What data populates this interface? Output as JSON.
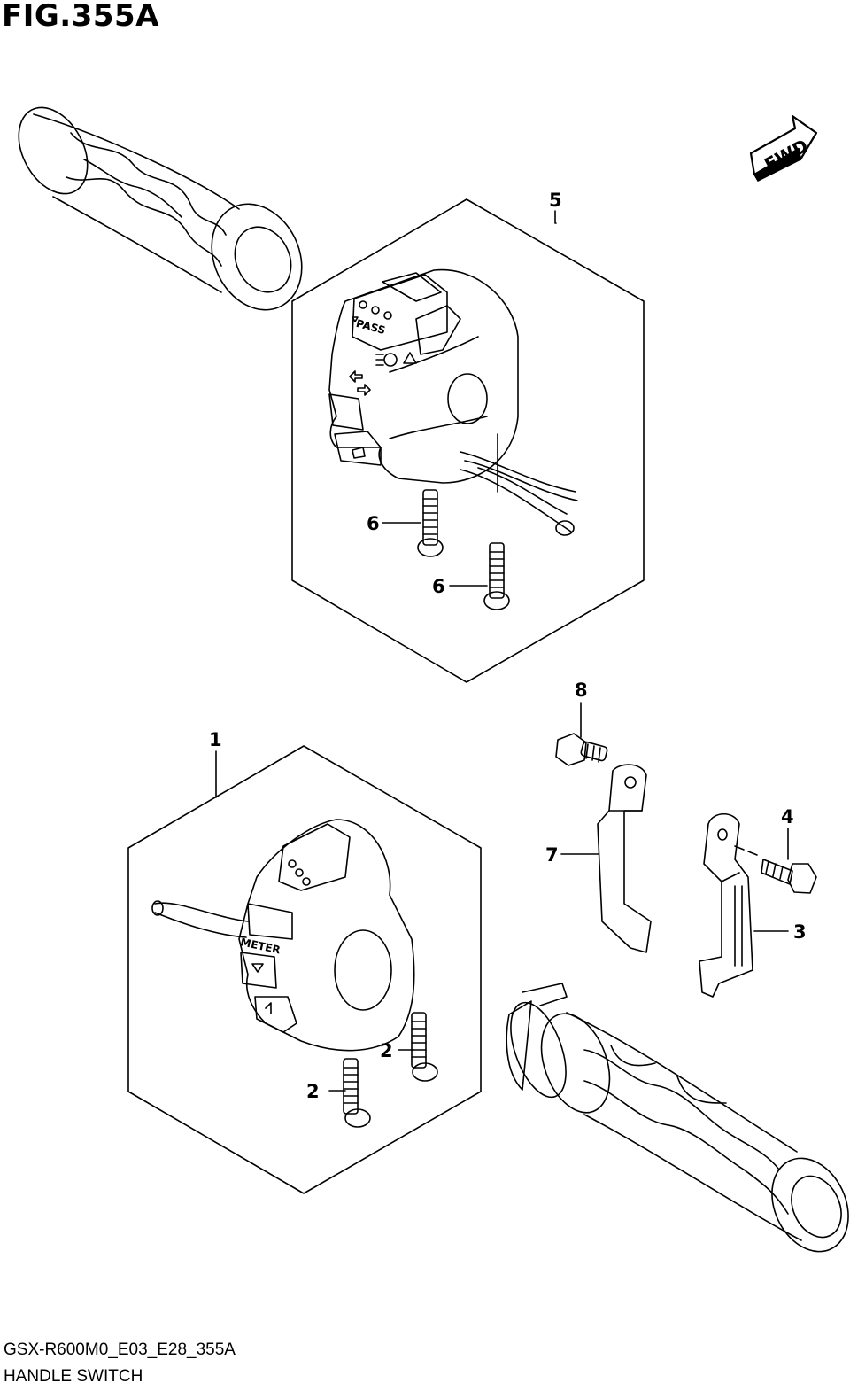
{
  "figure": {
    "title": "FIG.355A"
  },
  "direction_marker": {
    "label": "FWD",
    "icon": "forward-arrow-icon"
  },
  "callouts": {
    "c1": "1",
    "c2a": "2",
    "c2b": "2",
    "c3": "3",
    "c4": "4",
    "c5": "5",
    "c6a": "6",
    "c6b": "6",
    "c7": "7",
    "c8": "8"
  },
  "switch_labels": {
    "pass": "PASS",
    "meter": "METER"
  },
  "footer": {
    "code": "GSX-R600M0_E03_E28_355A",
    "name": "HANDLE SWITCH"
  }
}
